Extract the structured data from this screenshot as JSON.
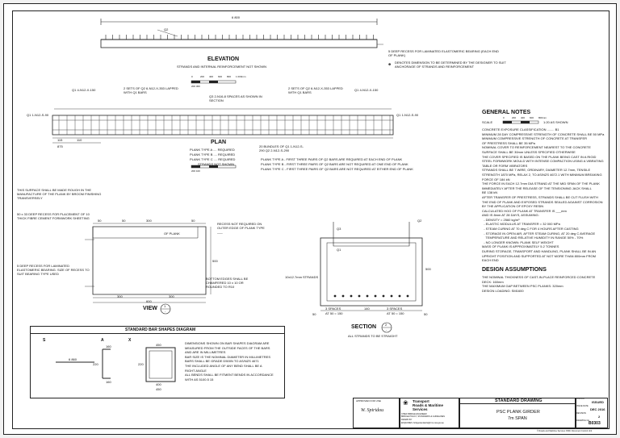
{
  "elevation": {
    "length_dim": "6 800",
    "q2_label": "Q2",
    "title": "ELEVATION",
    "subtitle": "STRANDS AND INTERNAL REINFORCEMENT NOT SHOWN",
    "scale_ticks": [
      "0",
      "200",
      "400",
      "600",
      "800",
      "1 000mm"
    ],
    "scale_label": "200   300",
    "recess_note": "5 DEEP RECESS FOR LAMINATED ELASTOMERIC BEARING (EACH END OF PLANK)",
    "denotes_note": "DENOTES DIMENSION TO BE DETERMINED BY THE DESIGNER TO SUIT ANCHORAGE OF STRANDS AND REINFORCEMENT"
  },
  "plan": {
    "label_q1_left": "Q1 4-N12-X-150",
    "label_q1_right": "Q1 4-N12-X-150",
    "label_2sets_left": "2 SETS OF Q2 6-N12-X-353 LAPPED WITH Q1 BARS",
    "label_2sets_right": "2 SETS OF Q2 6-N12-X-353 LAPPED WITH Q1 BARS",
    "label_q3": "Q3 2-N16-8 SPACES AS SHOWN IN SECTION",
    "label_q1_side_left": "Q1 1-N12-S-90",
    "label_q1_side_right": "Q1 1-N12-S-90",
    "dims": [
      "115",
      "110",
      "90",
      "20",
      "875",
      "600",
      "20"
    ],
    "bundles": "20 BUNDLES OF Q1 1-N12-S-290 Q2 2-N12-S-290",
    "title": "PLAN",
    "types": [
      "PLANK TYPE A .... REQUIRED",
      "PLANK TYPE B .... REQUIRED",
      "PLANK TYPE C .... REQUIRED",
      "STRANDS NOT SHOWN"
    ],
    "scale_ticks": [
      "0",
      "200",
      "400",
      "600",
      "800",
      "1 000mm"
    ],
    "scale_label": "200   100",
    "type_notes": [
      "PLANK TYPE A - FIRST THREE PAIRS OF Q2 BARS ARE REQUIRED AT EACH END OF PLANK",
      "PLANK TYPE B - FIRST THREE PAIRS OF Q2 BARS ARE NOT REQUIRED AT ONE END OF PLANK",
      "PLANK TYPE C - FIRST THREE PAIRS OF Q2 BARS ARE NOT REQUIRED AT EITHER END OF PLANK"
    ]
  },
  "view1": {
    "notes": [
      "THIS SURFACE SHALL BE MADE ROUGH IN THE MANUFACTURE OF THE PLANK BY BROOM FINISHING TRANSVERSELY",
      "50 x 33 DEEP RECESS FOR PLACEMENT OF 10 THICK FIBRE CEMENT FORMWORK SHEETING",
      "5 DEEP RECESS FOR LAMINATED ELASTOMERIC BEARING. SIZE OF RECESS TO SUIT BEARING TYPE USED"
    ],
    "top_dims": [
      "50",
      "50",
      "300",
      "50"
    ],
    "of_plank": "OF PLANK",
    "recess_note": "RECESS NOT REQUIRED ON OUTER EDGE OF PLANK TYPE ___",
    "side_dim": "500",
    "bottom_dims": [
      "300",
      "300",
      "600"
    ],
    "bottom_note": "BOTTOM EDGES SHALL BE CHAMFERED 10 x 10 OR ROUNDED TO R10",
    "title": "VIEW",
    "num": "1",
    "ref": "-"
  },
  "section2": {
    "q2": "Q2",
    "q1": "Q1",
    "q3": "Q3",
    "strands": "10x12.7mm STRANDS",
    "side_dim": "500",
    "bottom_dims": [
      "3 SPACES",
      "140",
      "3 SPACES",
      "AT 50 = 150",
      "AT 50 = 150",
      "50",
      "50"
    ],
    "title": "SECTION",
    "num": "2",
    "ref": "-",
    "note": "ALL STRANDS TO BE STRAIGHT"
  },
  "general_notes": {
    "title": "GENERAL NOTES",
    "scale": "SCALE",
    "scale_ticks": [
      "0",
      "200",
      "400",
      "600",
      "800mm"
    ],
    "scale_label": "1:20 AS SHOWN",
    "lines": [
      "CONCRETE EXPOSURE CLASSIFICATION ........ B1",
      "MINIMUM 28 DAY COMPRESSIVE STRENGTH OF CONCRETE SHALL BE 50 MPa",
      "MINIMUM COMPRESSIVE STRENGTH OF CONCRETE AT TRANSFER",
      "OF PRESTRESS SHALL BE 35 MPa",
      "NOMINAL COVER TO REINFORCEMENT NEAREST TO THE CONCRETE",
      "SURFACE SHALL BE 30mm UNLESS SPECIFIED OTHERWISE",
      "THE COVER SPECIFIED IS BASED ON THE PLANK BEING CAST IN A RIGID",
      "STEEL FORMWORK MOULD WITH INTENSE COMPACTION USING A VIBRATING",
      "TABLE OR FORM VIBRATORS",
      "STRANDS SHALL BE 7 WIRE, ORDINARY, DIAMETER 12.7mm, TENSILE",
      "STRENGTH 1870 MPa, RELAX 2, TO AS/NZS 4672.1 WITH MINIMUM BREAKING",
      "FORCE OF 184 kN",
      "THE FORCE IN EACH 12.7mm DIA STRAND AT THE MID SPAN OF THE PLANK",
      "IMMEDIATELY AFTER THE RELEASE OF THE TENSIONING JACK SHALL",
      "BE 138 kN",
      "AFTER TRANSFER OF PRESTRESS, STRANDS SHALL BE CUT FLUSH WITH",
      "THE END OF PLANK AND EXPOSED STRANDS SEALED AGAINST CORROSION",
      "BY THE APPLICATION OF EPOXY RESIN",
      "CALCULATED HOG OF PLANK AT TRANSFER IS ___mm",
      "AND IS 8mm AT 28 DAYS, ASSUMING:",
      "  - DENSITY = 2560 kg/m³",
      "  - ELASTIC MODULUS AT TRANSFER = 32 000 MPa",
      "  - STEAM CURING AT 70 deg C FOR 4 HOURS AFTER CASTING",
      "  - STORAGE IN OPEN AIR, AFTER STEAM CURING, AT 20 deg C AVERAGE",
      "    TEMPERATURE AND RELATIVE HUMIDITY IN RANGE 50% - 70%",
      "  - NO LONGER KNOWN: PLANK SELF WEIGHT",
      "MASS OF PLANK IS APPROXIMATELY 5.2 TONNES",
      "DURING STORAGE, TRANSPORT AND HANDLING, PLANK SHALL BE IN AN",
      "UPRIGHT POSITION AND SUPPORTED AT NOT MORE THAN 800mm FROM",
      "EACH END"
    ]
  },
  "design_assumptions": {
    "title": "DESIGN ASSUMPTIONS",
    "lines": [
      "THE NOMINAL THICKNESS OF CAST-IN-PLACE REINFORCED CONCRETE",
      "DECK: 160mm",
      "THE MAXIMUM GAP BETWEEN PSC PLANKS: 320mm",
      "DESIGN LOADING: SM1600"
    ]
  },
  "bar_shapes": {
    "title": "STANDARD BAR SHAPES DIAGRAM",
    "s_label": "S",
    "s_dim": "6 860",
    "a_label": "A",
    "a_dims": [
      "160",
      "220",
      "160"
    ],
    "x_label": "X",
    "x_dims": [
      "450",
      "220",
      "400",
      "450"
    ],
    "notes": [
      "DIMENSIONS SHOWN ON BAR SHAPES DIAGRAM ARE",
      "MEASURED FROM THE OUTSIDE FACES OF THE BARS",
      "AND ARE IN MILLIMETRES",
      "BAR SIZE IS THE NOMINAL DIAMETER IN MILLIMETRES",
      "BARS SHALL BE GRADE D500N TO AS/NZS 4671",
      "THE INCLUDED ANGLE OF ANY BEND SHALL BE A",
      "RIGHT ANGLE",
      "ALL BENDS SHALL BE FITMENT BENDS IN ACCORDANCE",
      "WITH AS 5100.5 15"
    ]
  },
  "title_block": {
    "approved": "APPROVED FOR USE",
    "signature_text": "W. Spiridou",
    "org_line1": "Transport",
    "org_line2": "Roads & Maritime",
    "org_line3": "Services",
    "std": "STANDARD DRAWING",
    "drawing_title_1": "PSC PLANK GIRDER",
    "drawing_title_2": "7m SPAN",
    "sheet_labels": [
      "STATUS",
      "ISSUE DATE",
      "REVISION",
      "DRAWING No."
    ],
    "sheet_values": [
      "ISSUED",
      "DEC 2016",
      "2",
      "B0303"
    ],
    "small_lines": [
      "CHIEF BRIDGE ENGINEER",
      "BRIDGE POLICY, STANDARDS & GUIDELINES",
      "DRAWN BY",
      "ENQUIRIES: bridgestandards@rms.nsw.gov.au"
    ],
    "footer": "© Roads and Maritime Services NSW, Document Control Unit"
  }
}
